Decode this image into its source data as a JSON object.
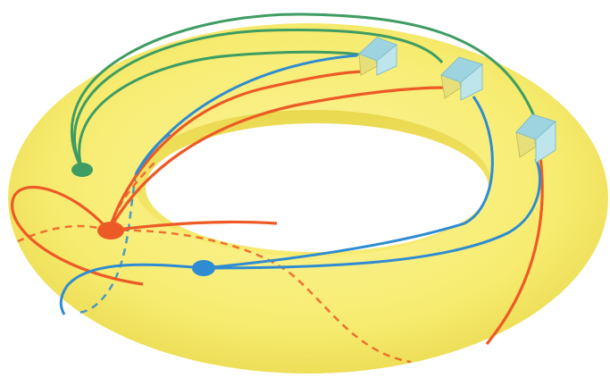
{
  "colors": {
    "background": "#ffffff",
    "torus_fill": "#f7ec70",
    "torus_shade": "#ead94e",
    "torus_highlight": "#fbf39a",
    "hole_fill": "#ffffff",
    "green_utility": "#3f9c63",
    "red_utility": "#ec5a26",
    "blue_utility": "#2f8cd2",
    "house_wall": "#bfe5ec",
    "house_roof": "#9ed4df",
    "house_front": "#e7e07a"
  },
  "utilities": [
    {
      "name": "green-utility-node",
      "color_key": "green_utility"
    },
    {
      "name": "red-utility-node",
      "color_key": "red_utility"
    },
    {
      "name": "blue-utility-node",
      "color_key": "blue_utility"
    }
  ],
  "houses": [
    {
      "name": "house-1"
    },
    {
      "name": "house-2"
    },
    {
      "name": "house-3"
    }
  ],
  "connections": [
    {
      "name": "green-to-house-1",
      "utility": "green",
      "house": 1,
      "hidden": false
    },
    {
      "name": "green-to-house-2",
      "utility": "green",
      "house": 2,
      "hidden": false
    },
    {
      "name": "green-to-house-3",
      "utility": "green",
      "house": 3,
      "hidden": false
    },
    {
      "name": "red-to-house-1",
      "utility": "red",
      "house": 1,
      "hidden": false
    },
    {
      "name": "red-to-house-2",
      "utility": "red",
      "house": 2,
      "hidden": false
    },
    {
      "name": "red-to-house-3",
      "utility": "red",
      "house": 3,
      "hidden": true
    },
    {
      "name": "blue-to-house-1",
      "utility": "blue",
      "house": 1,
      "hidden": true
    },
    {
      "name": "blue-to-house-2",
      "utility": "blue",
      "house": 2,
      "hidden": false
    },
    {
      "name": "blue-to-house-3",
      "utility": "blue",
      "house": 3,
      "hidden": false
    }
  ]
}
